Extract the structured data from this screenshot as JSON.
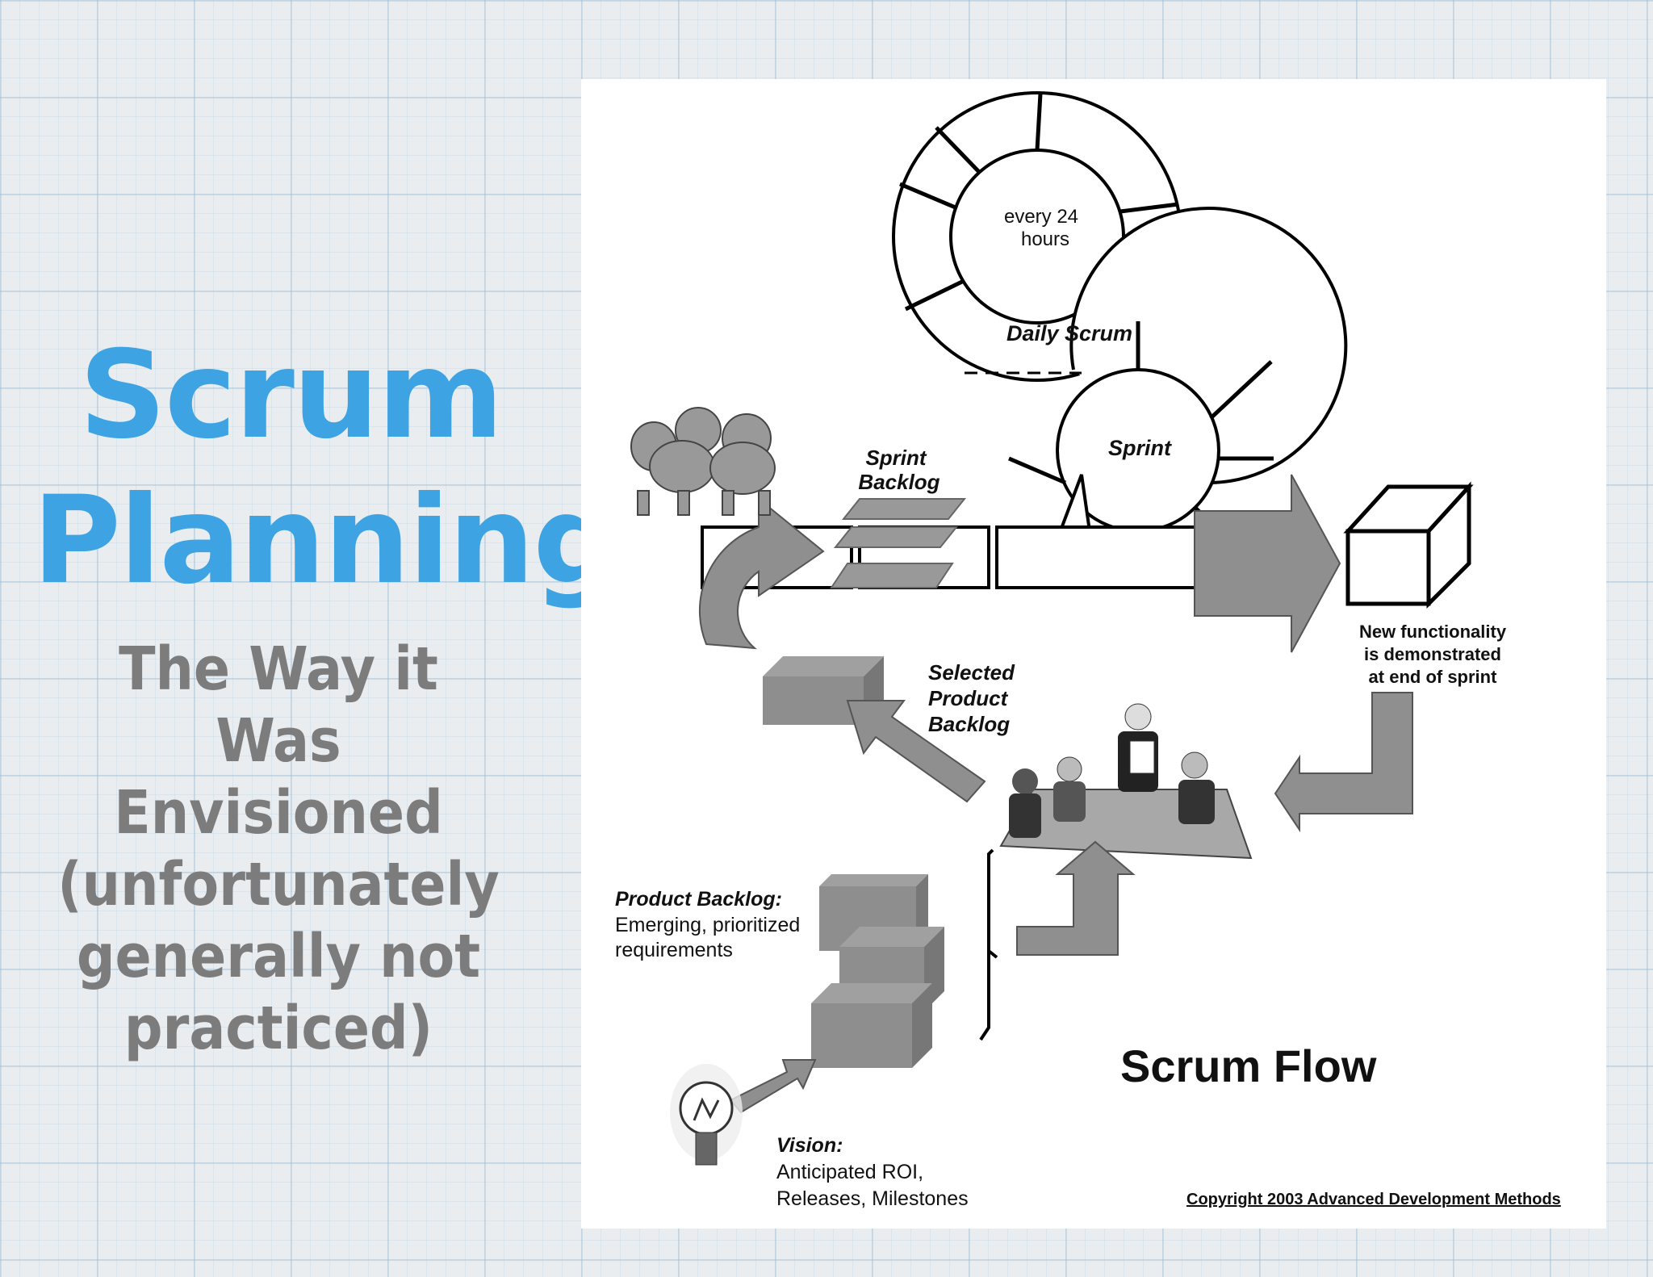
{
  "slide": {
    "title_line1": "Scrum",
    "title_line2": "Planning",
    "subtitle_lines": [
      "The Way it",
      "Was Envisioned",
      "(unfortunately",
      "generally not",
      "practiced)"
    ]
  },
  "diagram": {
    "daily_cycle": "every 24\nhours",
    "daily_cycle_line1": "every 24",
    "daily_cycle_line2": "hours",
    "daily_scrum": "Daily Scrum",
    "sprint": "Sprint",
    "sprint_backlog_line1": "Sprint",
    "sprint_backlog_line2": "Backlog",
    "selected_backlog": [
      "Selected",
      "Product",
      "Backlog"
    ],
    "new_functionality": [
      "New functionality",
      "is demonstrated",
      "at end of sprint"
    ],
    "product_backlog_title": "Product Backlog:",
    "product_backlog_desc": [
      "Emerging, prioritized",
      "requirements"
    ],
    "vision_title": "Vision:",
    "vision_desc": [
      "Anticipated ROI,",
      "Releases, Milestones"
    ],
    "flow_title": "Scrum Flow",
    "copyright": "Copyright 2003 Advanced Development Methods"
  },
  "colors": {
    "title": "#3ea3e3",
    "subtitle": "#7c7c7c",
    "arrow_gray": "#8f8f8f"
  }
}
